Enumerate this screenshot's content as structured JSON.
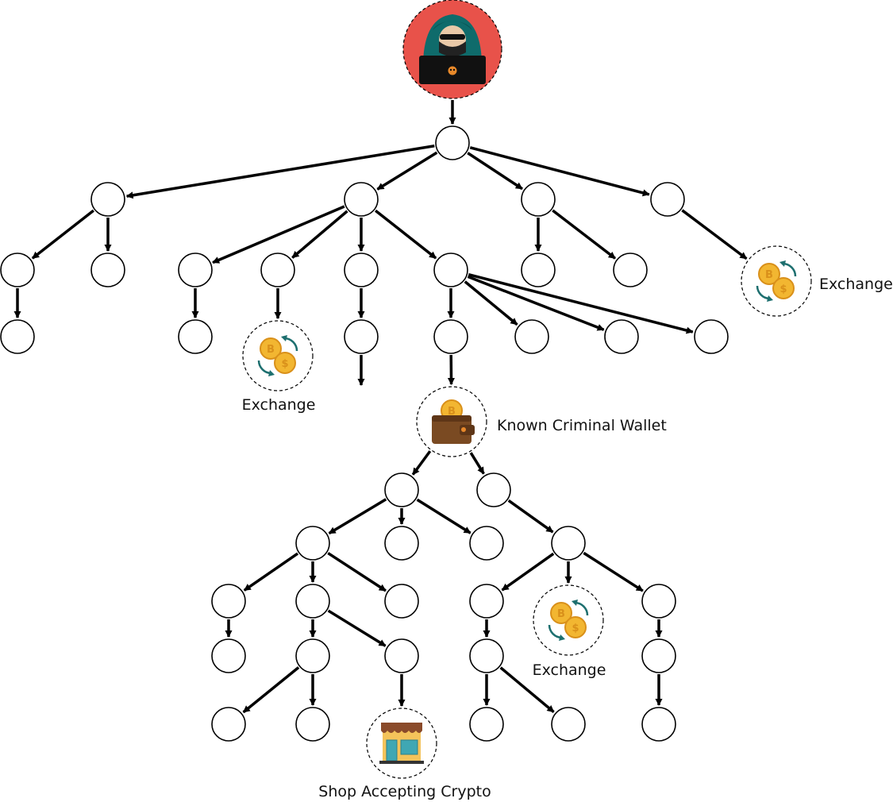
{
  "labels": {
    "exchange_right": "Exchange",
    "exchange_left": "Exchange",
    "exchange_bottom": "Exchange",
    "criminal_wallet": "Known Criminal Wallet",
    "shop": "Shop Accepting Crypto"
  },
  "colors": {
    "edge": "#000000",
    "node_stroke": "#000000",
    "node_fill": "#ffffff",
    "hacker_background": "#e8524a",
    "hood": "#0f6b6b",
    "coin_gold": "#f2b631",
    "coin_dark": "#d9901a",
    "swap_arrow": "#1d6f6f",
    "wallet_brown": "#7a4a22",
    "shop_awning": "#8a4a2a",
    "shop_wall": "#f4c35a",
    "shop_window": "#3fa7b3"
  },
  "icons": {
    "hacker": "hacker-at-laptop-icon",
    "exchange": "crypto-exchange-coins-icon",
    "wallet": "wallet-with-coin-icon",
    "shop": "storefront-icon"
  }
}
